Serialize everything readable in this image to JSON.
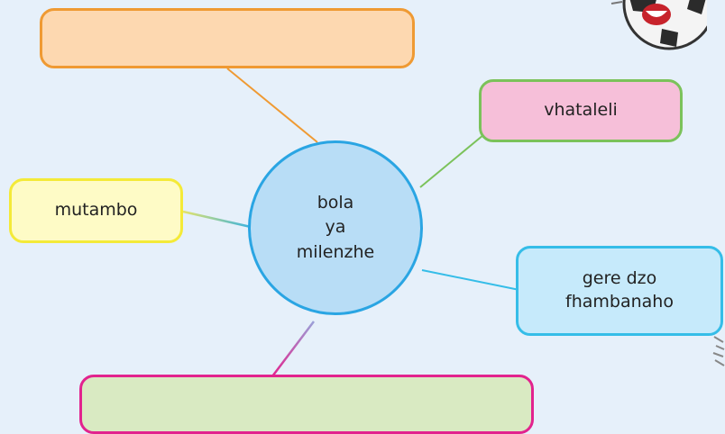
{
  "mindmap": {
    "center": {
      "text": "bola\nya\nmilenzhe"
    },
    "nodes": {
      "top_blank": {
        "text": ""
      },
      "vhataleli": {
        "text": "vhataleli"
      },
      "mutambo": {
        "text": "mutambo"
      },
      "gere": {
        "text": "gere dzo\nfhambanaho"
      },
      "bottom_blank": {
        "text": ""
      }
    }
  },
  "colors": {
    "background": "#e6f0fa",
    "center_fill": "#b8ddf6",
    "center_border": "#2aa5e3",
    "top_blank_fill": "#fdd8b0",
    "top_blank_border": "#ef9a33",
    "vhataleli_fill": "#f6bfd9",
    "vhataleli_border": "#7bc25a",
    "mutambo_fill": "#fefbc6",
    "mutambo_border": "#f4ea38",
    "gere_fill": "#c6eafb",
    "gere_border": "#35bde8",
    "bottom_blank_fill": "#d9eac2",
    "bottom_blank_border": "#e2238e"
  },
  "decorations": {
    "mascot": "soccer-ball-cartoon-icon",
    "fragment": "decorative-sketch-icon"
  }
}
